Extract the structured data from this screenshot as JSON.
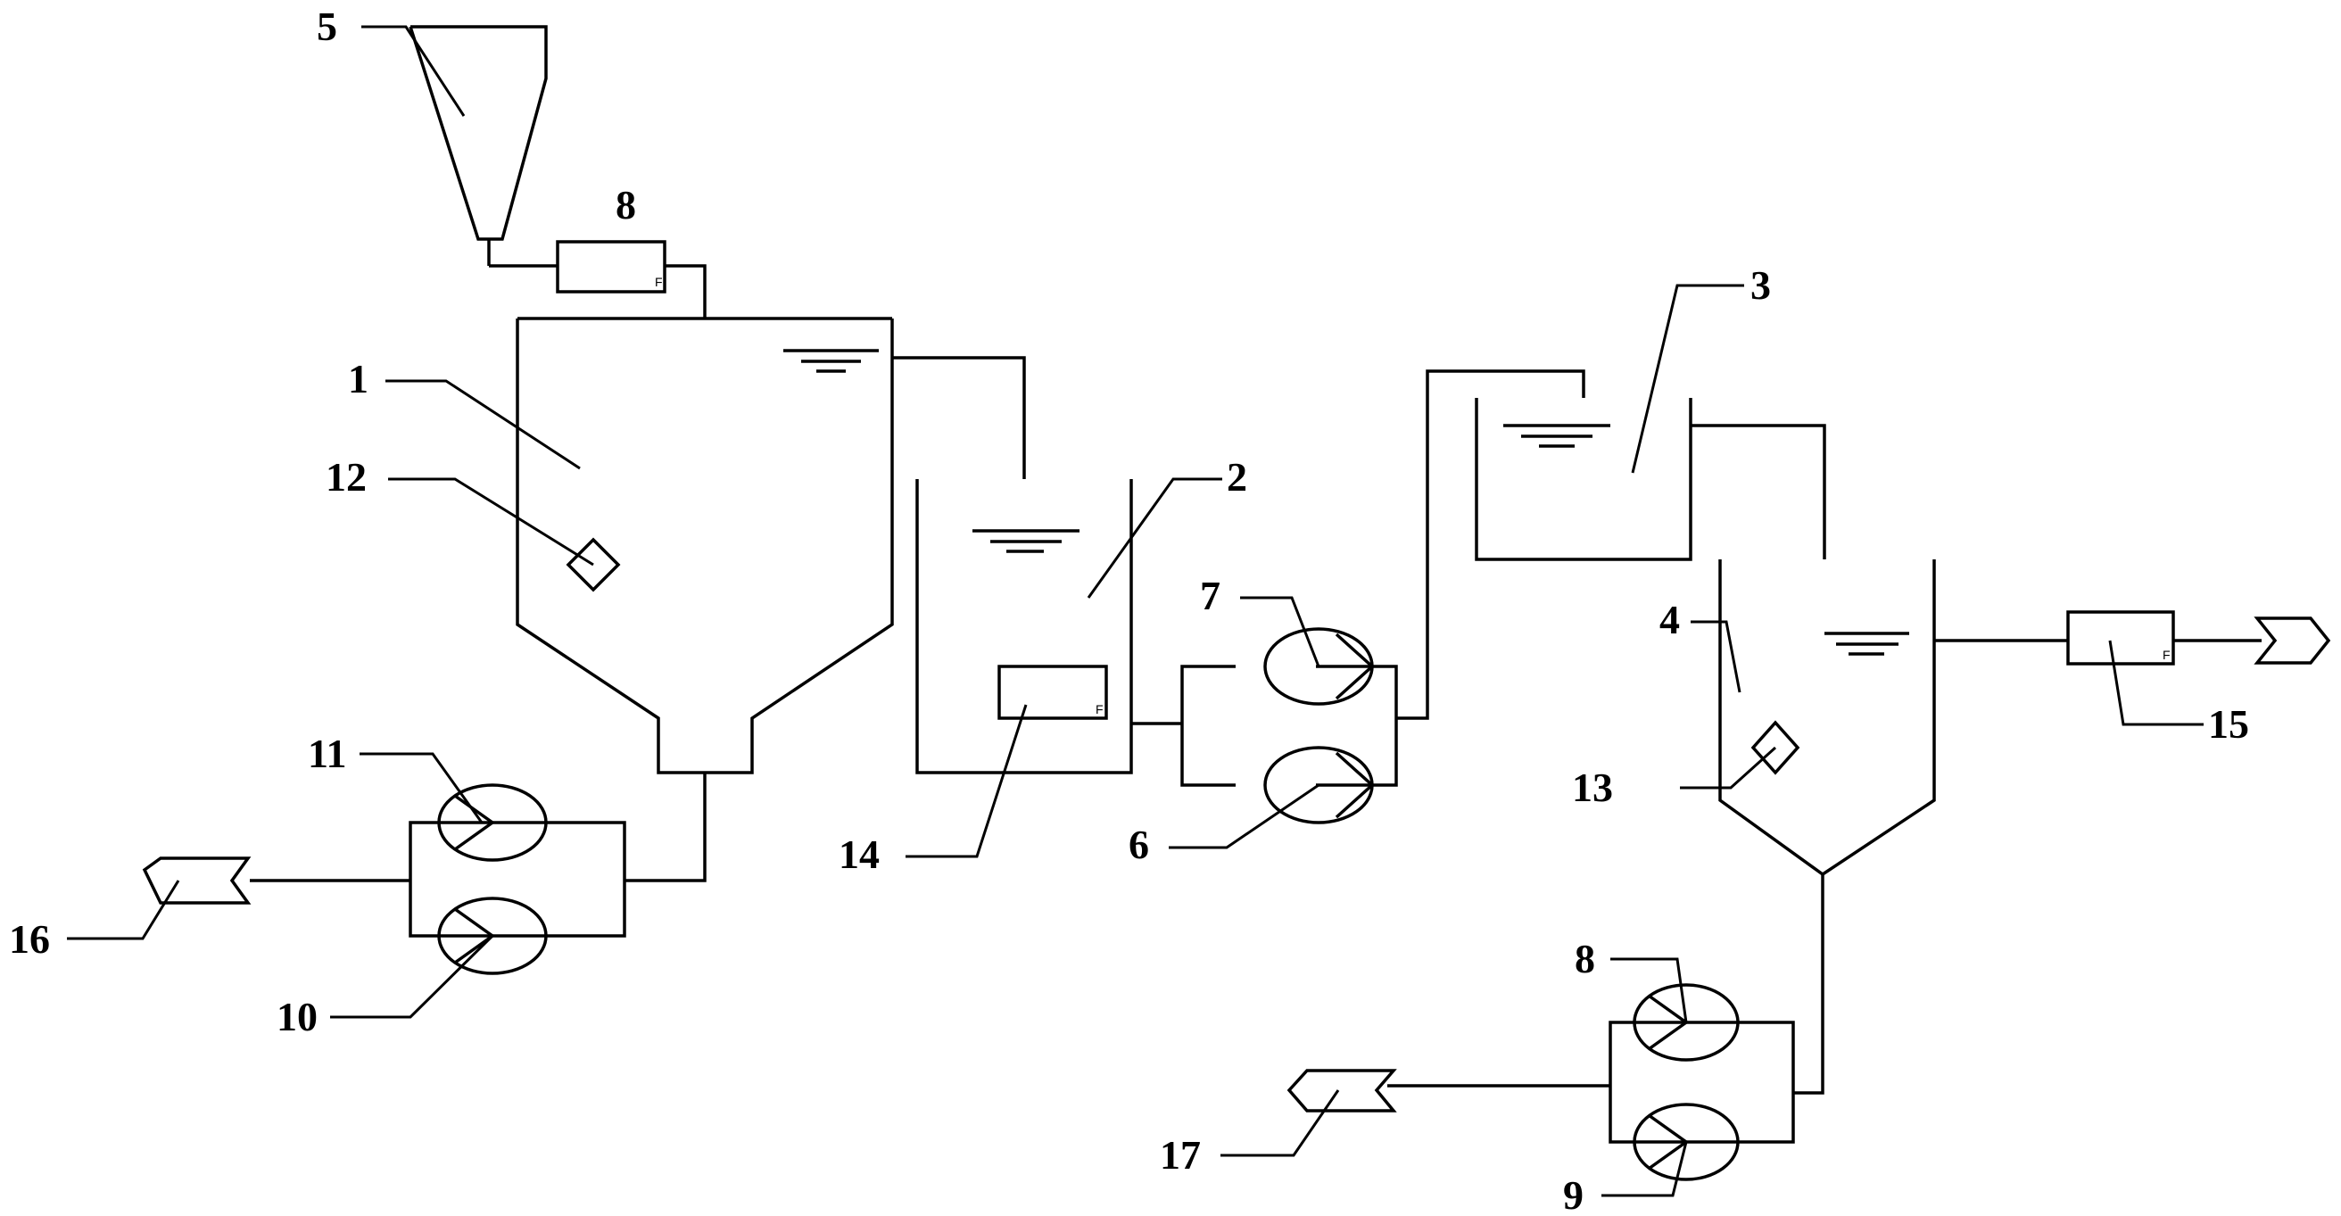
{
  "labels": {
    "n1": "1",
    "n2": "2",
    "n3": "3",
    "n4": "4",
    "n5": "5",
    "n6": "6",
    "n7": "7",
    "n8_top": "8",
    "n8_bottom": "8",
    "n9": "9",
    "n10": "10",
    "n11": "11",
    "n12": "12",
    "n13": "13",
    "n14": "14",
    "n15": "15",
    "n16": "16",
    "n17": "17"
  },
  "meter_marks": {
    "m8": "F",
    "m14": "F",
    "m15": "F"
  }
}
